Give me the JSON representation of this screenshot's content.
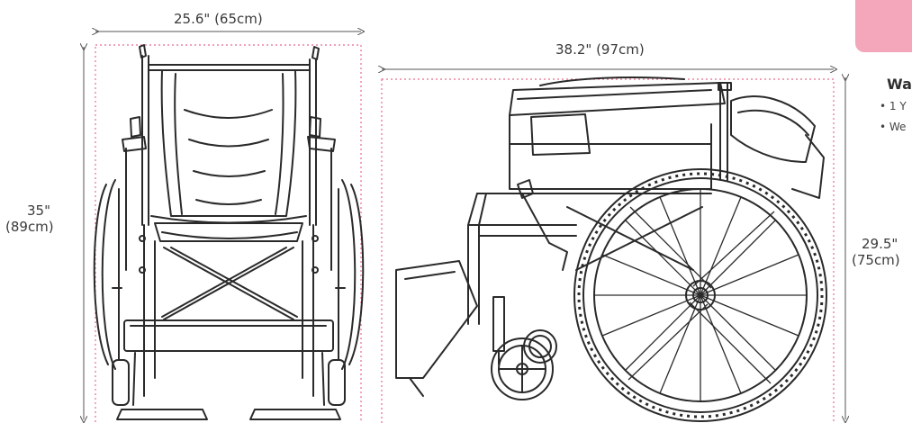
{
  "dimensions": {
    "front_width": "25.6\" (65cm)",
    "front_height_in": "35\"",
    "front_height_cm": "(89cm)",
    "side_length": "38.2\" (97cm)",
    "side_height_in": "29.5\"",
    "side_height_cm": "(75cm)"
  },
  "warranty": {
    "title": "Wa",
    "bullets": [
      "• 1 Y",
      "• We"
    ]
  },
  "colors": {
    "accent_pink": "#f4a6bb",
    "guide_dotted": "#e86b8b",
    "line_art": "#2a2a2a"
  },
  "illustrations": [
    "front-view-wheelchair",
    "side-view-folded-wheelchair"
  ]
}
